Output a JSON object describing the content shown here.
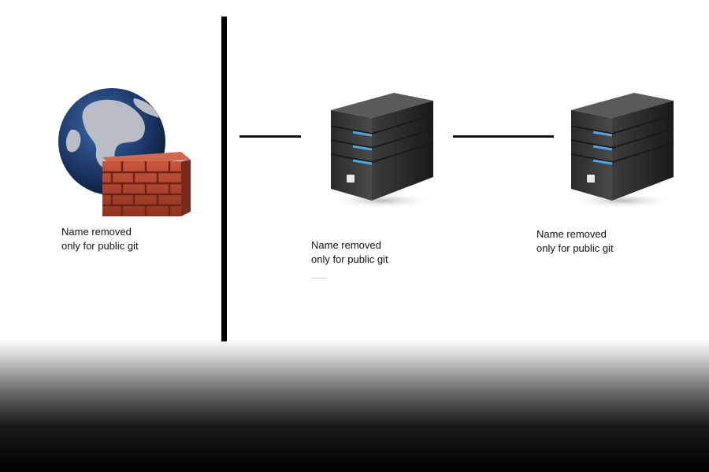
{
  "nodes": [
    {
      "icon": "globe-firewall-icon",
      "label": "Name removed\nonly for public git"
    },
    {
      "icon": "server-icon",
      "label": "Name removed\nonly for public git"
    },
    {
      "icon": "server-icon",
      "label": "Name removed\nonly for public git"
    }
  ],
  "colors": {
    "brick": "#b5432e",
    "ocean": "#1d3a6a",
    "server_body": "#3a3a3a",
    "server_led": "#4aa8e8"
  }
}
